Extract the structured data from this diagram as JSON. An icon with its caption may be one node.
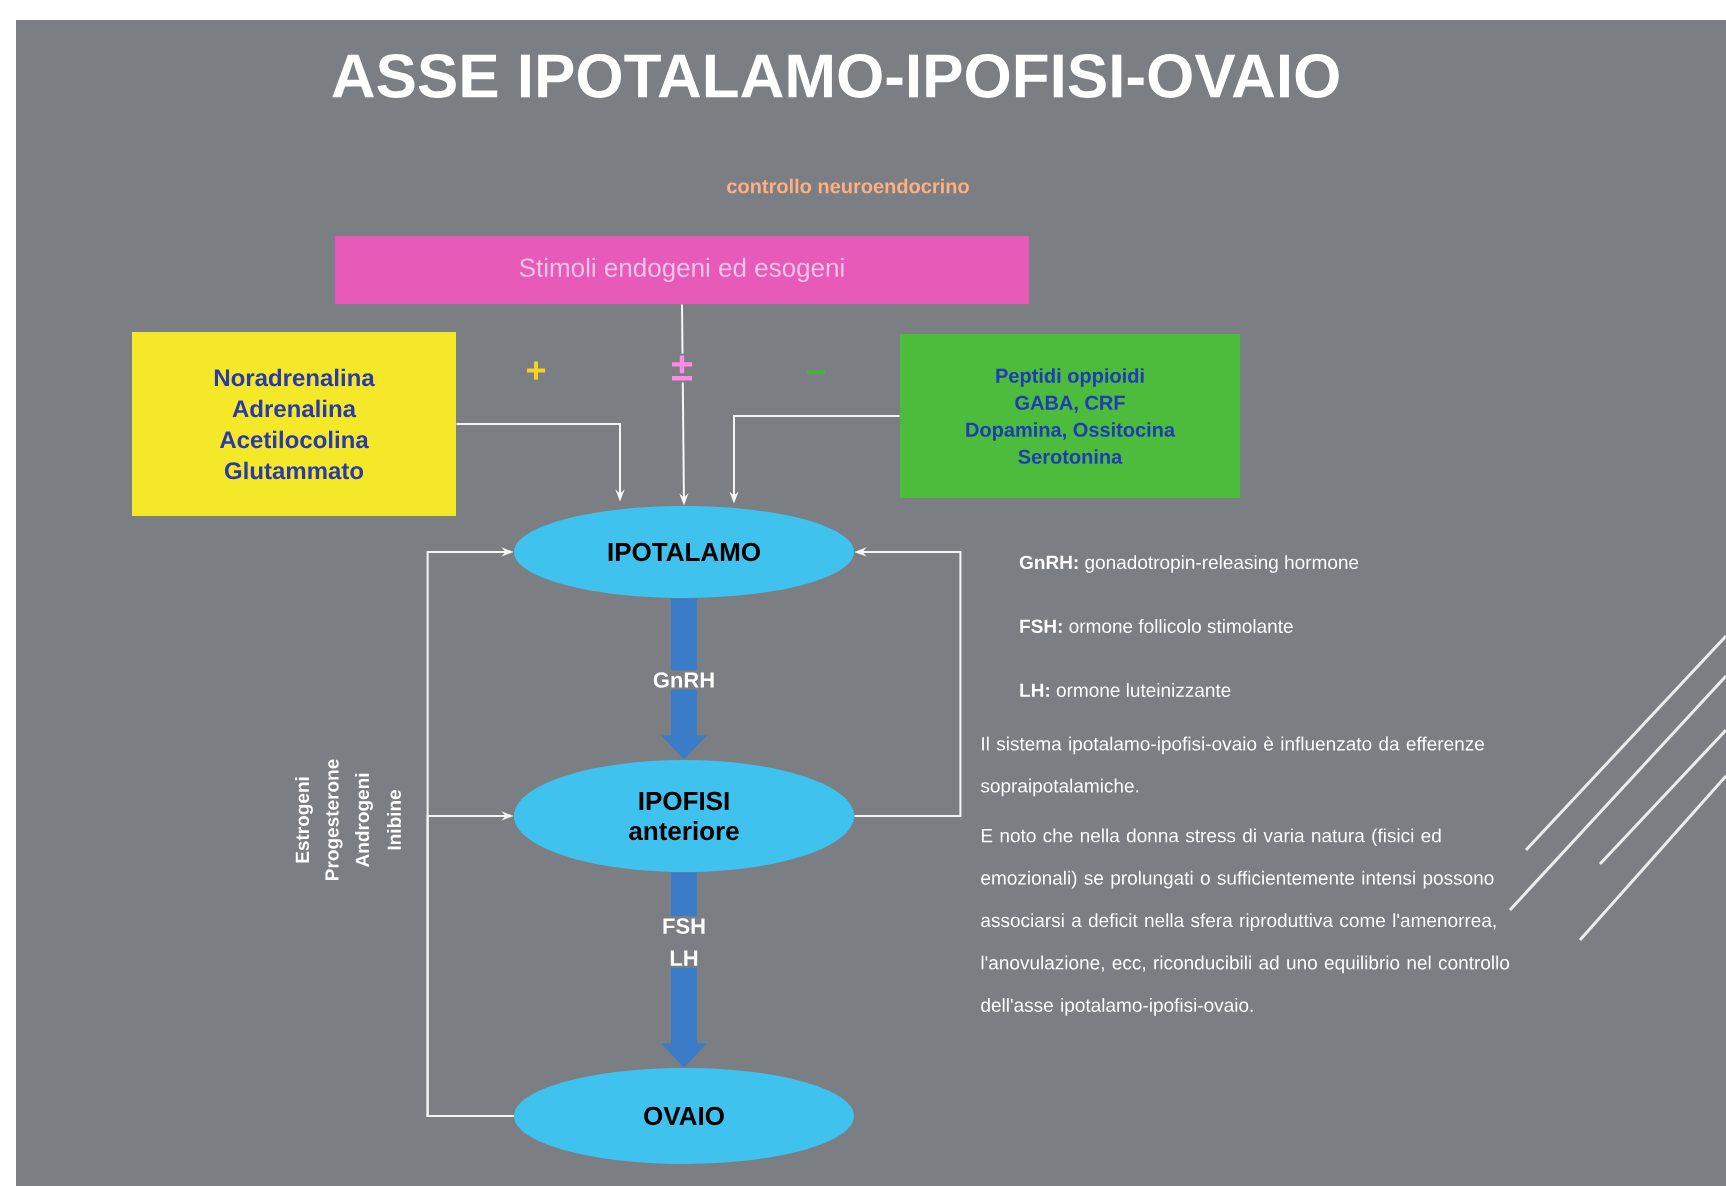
{
  "diagram": {
    "title": "ASSE IPOTALAMO-IPOFISI-OVAIO",
    "nodes": [
      {
        "text": [
          "Stimoli endogeni ed esogeni"
        ]
      },
      {
        "text": [
          "Noradrenalina",
          "Adrenalina",
          "Acetilocolina",
          "Glutammato"
        ]
      },
      {
        "text": [
          "Peptidi oppioidi",
          "GABA, CRF",
          "Dopamina, Ossitocina",
          "Serotonina"
        ]
      },
      {
        "text": [
          "IPOTALAMO"
        ]
      },
      {
        "text": [
          "IPOFISI",
          "anteriore"
        ]
      },
      {
        "text": [
          "OVAIO"
        ]
      }
    ],
    "edges": [
      {
        "from": 1,
        "to": 3,
        "arrow": "to",
        "label": "+"
      },
      {
        "from": 0,
        "to": 3,
        "arrow": "to",
        "label": "±"
      },
      {
        "from": 2,
        "to": 3,
        "arrow": "to",
        "label": "–"
      },
      {
        "from": 3,
        "to": 4,
        "arrow": "to",
        "label": "GnRH",
        "style": "thick",
        "color": "#3a7cc8"
      },
      {
        "from": 4,
        "to": 5,
        "arrow": "to",
        "label": "FSH LH",
        "style": "thick",
        "color": "#3a7cc8"
      },
      {
        "from": 4,
        "to": 3,
        "arrow": "to"
      },
      {
        "from": 5,
        "to": 3,
        "arrow": "to"
      },
      {
        "from": 5,
        "to": 4,
        "arrow": "to"
      }
    ],
    "labels": [
      "controllo neuroendocrino",
      "Estrogeni",
      "Progesterone",
      "Androgeni",
      "Inibine",
      "**GnRH:** gonadotropin-releasing hormone",
      "**FSH:** ormone follicolo stimolante",
      "**LH:** ormone luteinizzante",
      "Il sistema ipotalamo-ipofisi-ovaio è influenzato da efferenze sopraipotalamiche.",
      "E noto che nella donna stress di varia natura (fisici ed emozionali) se prolungati o sufficientemente intensi possono associarsi a deficit nella sfera riproduttiva come l'amenorrea, l'anovulazione, ecc, riconducibili ad uno equilibrio nel controllo dell'asse ipotalamo-ipofisi-ovaio."
    ]
  }
}
